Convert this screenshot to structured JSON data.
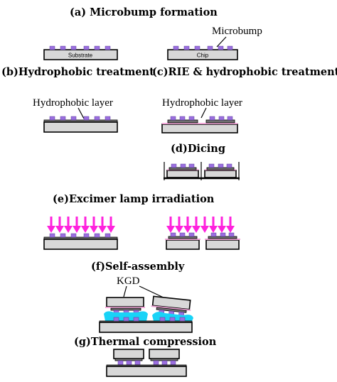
{
  "steps": {
    "a": "(a) Microbump formation",
    "b": "(b)Hydrophobic treatment",
    "c": "(c)RIE & hydrophobic treatment",
    "d": "(d)Dicing",
    "e": "(e)Excimer lamp irradiation",
    "f": "(f)Self-assembly",
    "g": "(g)Thermal compression"
  },
  "labels": {
    "microbump": "Microbump",
    "substrate": "Substrate",
    "chip": "Chip",
    "hydrophobic_b": "Hydrophobic layer",
    "hydrophobic_c": "Hydrophobic layer",
    "kgd": "KGD"
  },
  "colors": {
    "bump": "#9b6fe0",
    "uv_arrow": "#ff22dd",
    "water": "#19d3f7",
    "hydrophilic_pad": "#f2a6d8"
  }
}
